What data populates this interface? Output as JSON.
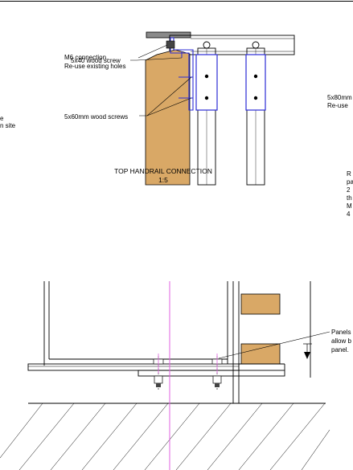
{
  "top_detail": {
    "annotations": {
      "m6_line1": "M6 connection.",
      "m6_line2": "Re-use existing holes",
      "wood_screw_5x40": "5x40 wood screw",
      "wood_screw_5x60": "5x60mm wood screws"
    },
    "title": "TOP HANDRAIL CONNECTION",
    "scale": "1:5"
  },
  "cropped_text": {
    "left_line1": "e",
    "left_line2": "n site",
    "right_top_line1": "5x80mm",
    "right_top_line2": "Re-use",
    "right_mid": [
      "R",
      "pa",
      "2",
      "th",
      "M",
      "4"
    ],
    "bottom_right_line1": "Panels",
    "bottom_right_line2": "allow b",
    "bottom_right_line3": "panel."
  },
  "colors": {
    "timber": "#d9a866",
    "bracket": "#2b2bd6",
    "centerline": "#e060e0",
    "line": "#000000",
    "cap_grey": "#8a8a8a"
  }
}
